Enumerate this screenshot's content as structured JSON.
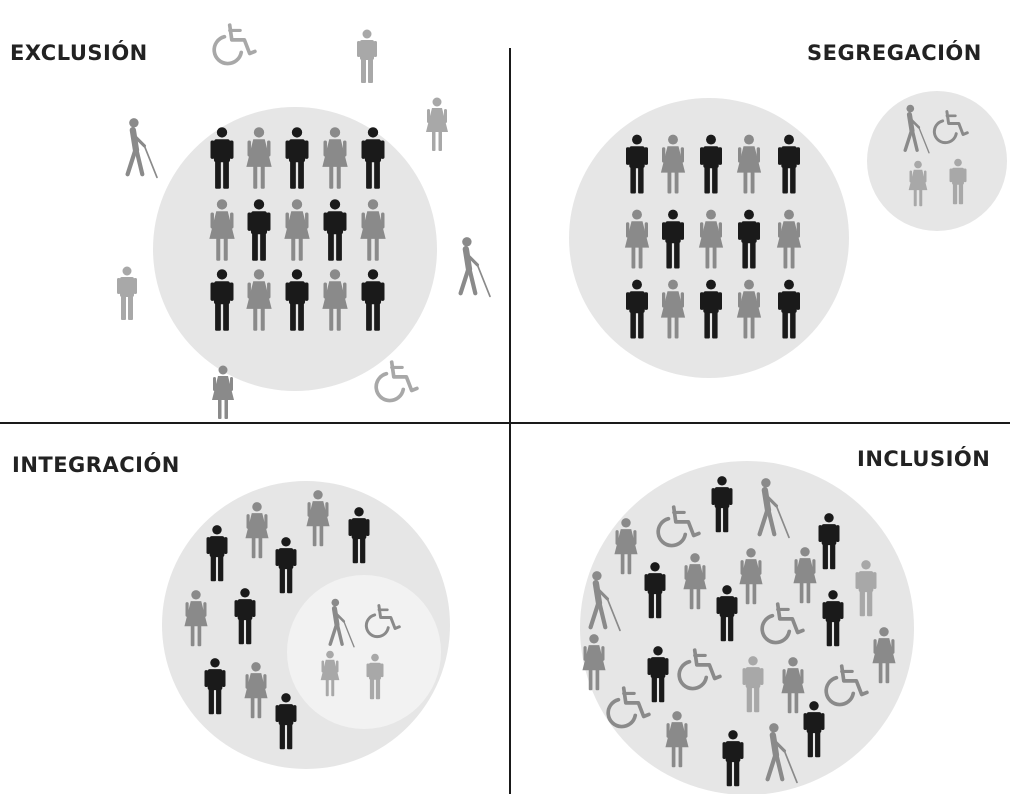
{
  "panels": {
    "exclusion": {
      "title": "EXCLUSIÓN"
    },
    "segregation": {
      "title": "SEGREGACIÓN"
    },
    "integration": {
      "title": "INTEGRACIÓN"
    },
    "inclusion": {
      "title": "INCLUSIÓN"
    }
  },
  "colors": {
    "circle_bg": "#e6e6e6",
    "inner_circle_bg": "#f2f2f2",
    "dark_figure": "#1a1a1a",
    "grey_figure": "#8a8a8a",
    "light_figure": "#a8a8a8",
    "divider": "#1a1a1a"
  },
  "icon_types": [
    "man-icon",
    "woman-icon",
    "wheelchair-user-icon",
    "blind-person-icon"
  ]
}
